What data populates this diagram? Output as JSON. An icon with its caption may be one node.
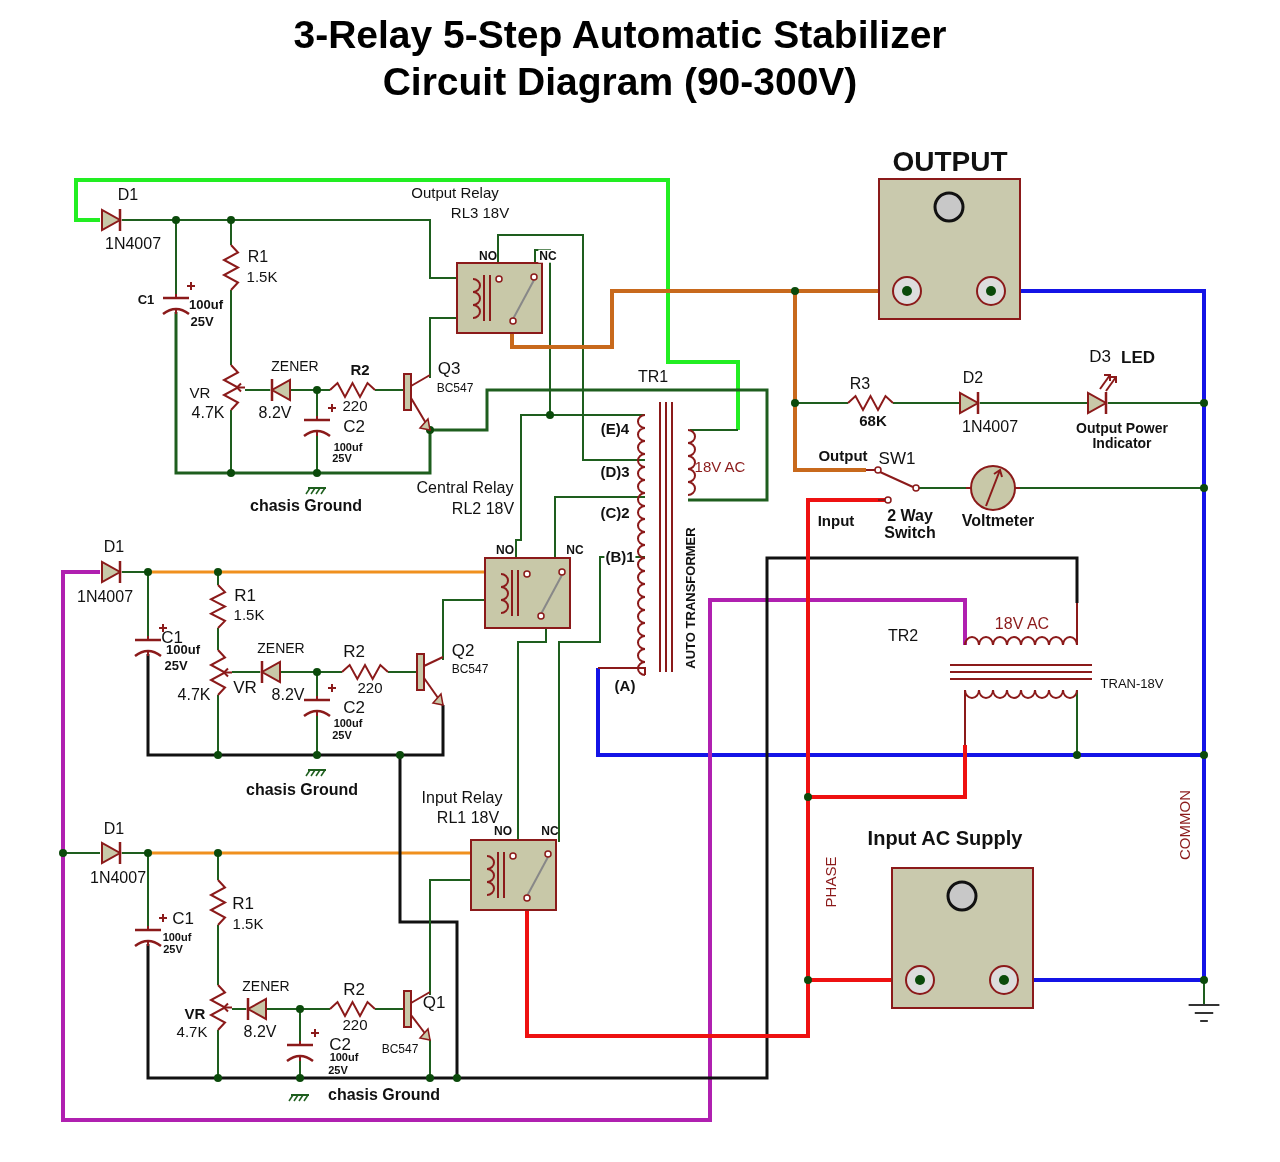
{
  "diagram": {
    "title": "3-Relay 5-Step Automatic Stabilizer Circuit Diagram (90-300V)",
    "labels": [
      "OUTPUT",
      "D1",
      "Output Relay",
      "RL3 18V",
      "1N4007",
      "R1",
      "NO",
      "NC",
      "1.5K",
      "C1",
      "100uf",
      "25V",
      "ZENER",
      "R2",
      "Q3",
      "TR1",
      "D3",
      "LED",
      "R3",
      "D2",
      "BC547",
      "VR",
      "220",
      "C2",
      "4.7K",
      "8.2V",
      "68K",
      "1N4007",
      "Output Power Indicator",
      "(E)4",
      "100uf",
      "25V",
      "18V AC",
      "Output",
      "SW1",
      "(D)3",
      "Central Relay",
      "chasis Ground",
      "RL2 18V",
      "(C)2",
      "Input",
      "2 Way Switch",
      "Voltmeter",
      "D1",
      "NO",
      "NC",
      "(B)1",
      "AUTO TRANSFORMER",
      "1N4007",
      "R1",
      "1.5K",
      "C1",
      "100uf",
      "25V",
      "TR2",
      "18V AC",
      "ZENER",
      "R2",
      "Q2",
      "BC547",
      "VR",
      "4.7K",
      "8.2V",
      "220",
      "(A)",
      "TRAN-18V",
      "C2",
      "100uf",
      "25V",
      "chasis Ground",
      "Input Relay",
      "COMMON",
      "RL1 18V",
      "D1",
      "NO",
      "NC",
      "Input AC Supply",
      "1N4007",
      "PHASE",
      "R1",
      "C1",
      "1.5K",
      "100uf",
      "25V",
      "ZENER",
      "R2",
      "Q1",
      "VR",
      "4.7K",
      "8.2V",
      "220",
      "C2",
      "BC547",
      "100uf",
      "25V",
      "chasis Ground"
    ]
  }
}
